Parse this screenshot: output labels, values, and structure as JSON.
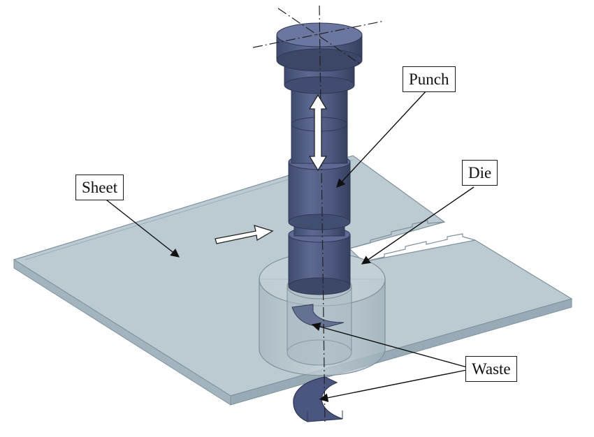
{
  "labels": {
    "punch": "Punch",
    "die": "Die",
    "sheet": "Sheet",
    "waste": "Waste"
  },
  "colors": {
    "punch_body": "#4f5b82",
    "punch_dark": "#3a4466",
    "punch_light": "#6f7aa1",
    "sheet_fill": "#b8c7cf",
    "sheet_edge": "#8397a3",
    "die_fill": "#b3c1c9",
    "leader_line": "#111111",
    "arrow_fill": "#ffffff"
  }
}
